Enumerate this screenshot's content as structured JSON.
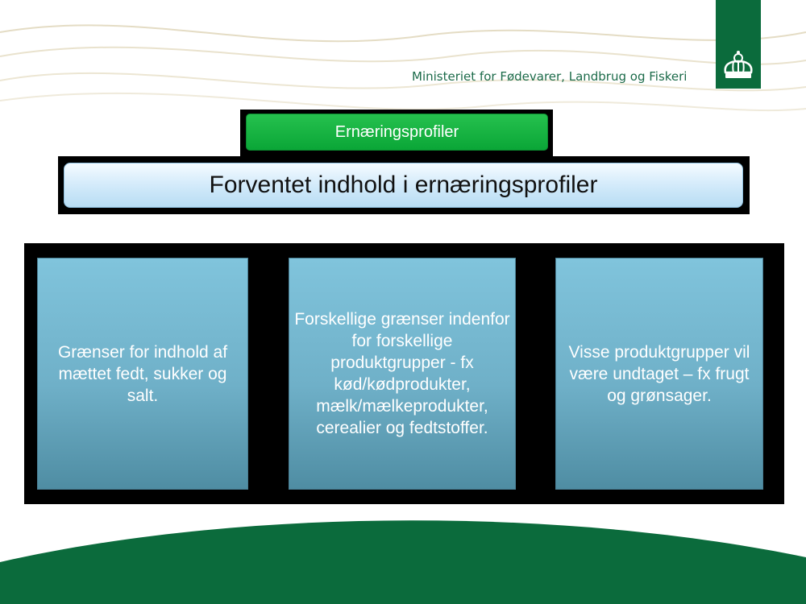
{
  "header": {
    "ministry_name": "Ministeriet for Fødevarer, Landbrug og Fiskeri",
    "logo_icon": "royal-crown-icon",
    "brand_color": "#0b6b3c"
  },
  "tag": {
    "label": "Ernæringsprofiler",
    "color": "#17b443"
  },
  "title": {
    "text": "Forventet indhold i ernæringsprofiler"
  },
  "cards": [
    {
      "text": "Grænser for indhold af mættet fedt, sukker og salt."
    },
    {
      "text": "Forskellige grænser indenfor for forskellige produktgrupper - fx kød/kødprodukter, mælk/mælkeprodukter, cerealier og fedtstoffer."
    },
    {
      "text": "Visse produktgrupper vil være undtaget – fx frugt og grønsager."
    }
  ]
}
